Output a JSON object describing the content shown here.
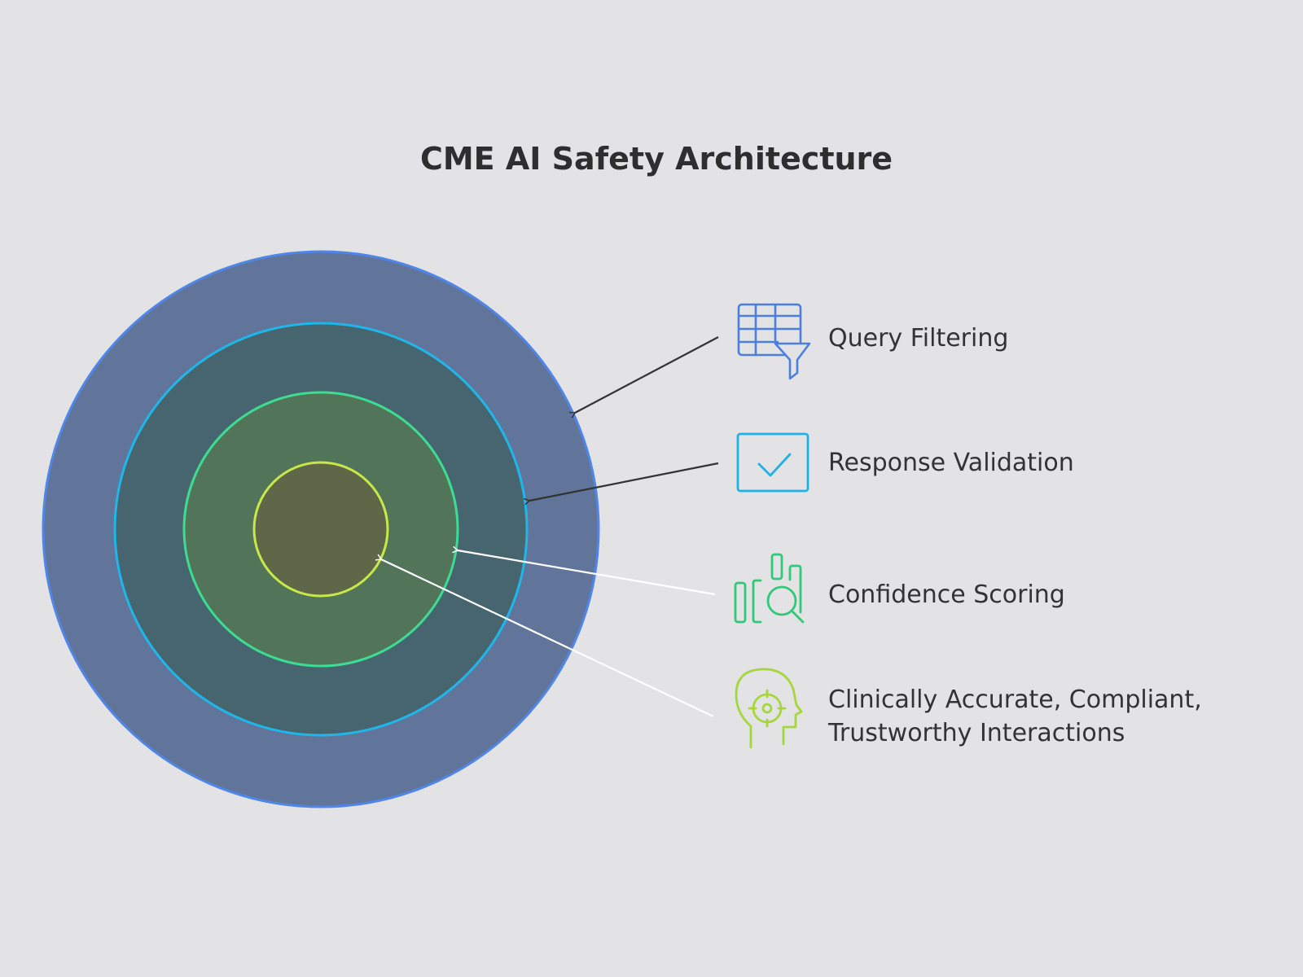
{
  "title": "CME AI Safety Architecture",
  "layers": [
    {
      "label": "Query Filtering",
      "icon": "table-filter-icon",
      "ring_color": "#4f86e8",
      "fill_color": "#61759b",
      "icon_color": "#4a7fe0",
      "arrow_color": "#333333"
    },
    {
      "label": "Response Validation",
      "icon": "checkbox-check-icon",
      "ring_color": "#1fb6ea",
      "fill_color": "#47656f",
      "icon_color": "#20b2e6",
      "arrow_color": "#333333"
    },
    {
      "label": "Confidence Scoring",
      "icon": "chart-magnifier-icon",
      "ring_color": "#3ddc93",
      "fill_color": "#527459",
      "icon_color": "#2fc97a",
      "arrow_color": "#ffffff"
    },
    {
      "label_lines": [
        "Clinically Accurate, Compliant,",
        "Trustworthy Interactions"
      ],
      "icon": "head-target-icon",
      "ring_color": "#c8e84a",
      "fill_color": "#5e6848",
      "icon_color": "#a6d63d",
      "arrow_color": "#ffffff"
    }
  ]
}
